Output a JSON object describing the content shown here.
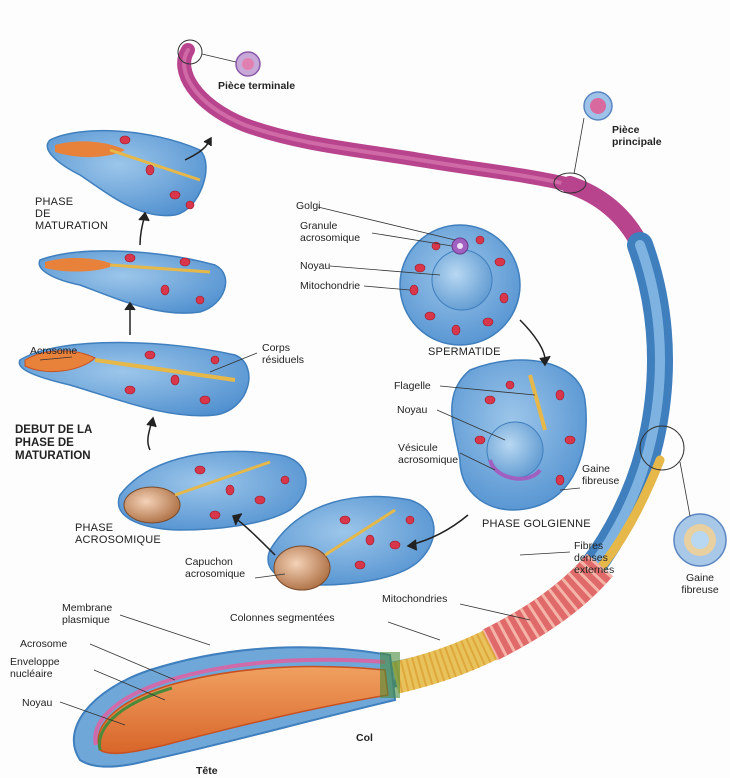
{
  "labels": {
    "piece_terminale": "Pièce terminale",
    "piece_principale": "Pièce\nprincipale",
    "phase_maturation": "PHASE\nDE\nMATURATION",
    "golgi": "Golgi",
    "granule_acrosomique": "Granule\nacrosomique",
    "noyau_spermatide": "Noyau",
    "mitochondrie": "Mitochondrie",
    "spermatide": "SPERMATIDE",
    "acrosome_top": "Acrosome",
    "corps_residuels": "Corps\nrésiduels",
    "debut_phase_maturation": "DEBUT DE LA\nPHASE DE\nMATURATION",
    "flagelle": "Flagelle",
    "noyau_golgi": "Noyau",
    "vesicule_acrosomique": "Vésicule\nacrosomique",
    "gaine_fibreuse_1": "Gaine\nfibreuse",
    "phase_golgienne": "PHASE GOLGIENNE",
    "phase_acrosomique": "PHASE\nACROSOMIQUE",
    "fibres_denses_externes": "Fibres\ndenses\nexternes",
    "capuchon_acrosomique": "Capuchon\nacrosomique",
    "gaine_fibreuse_2": "Gaine\nfibreuse",
    "membrane_plasmique": "Membrane\nplasmique",
    "colonnes_segmentees": "Colonnes segmentées",
    "mitochondries": "Mitochondries",
    "acrosome_bottom": "Acrosome",
    "enveloppe_nucleaire": "Enveloppe\nnucléaire",
    "noyau_tete": "Noyau",
    "col": "Col",
    "tete": "Tête"
  },
  "colors": {
    "cytoplasm": "#6fa8d8",
    "cytoplasm_dark": "#3f7fbe",
    "mitochondria": "#d8364a",
    "nucleus_orange": "#e8823a",
    "flagellum_pink": "#b8448e",
    "flagellum_blue": "#4f8fcf",
    "fibrous_yellow": "#e6b84a",
    "line": "#333333"
  }
}
